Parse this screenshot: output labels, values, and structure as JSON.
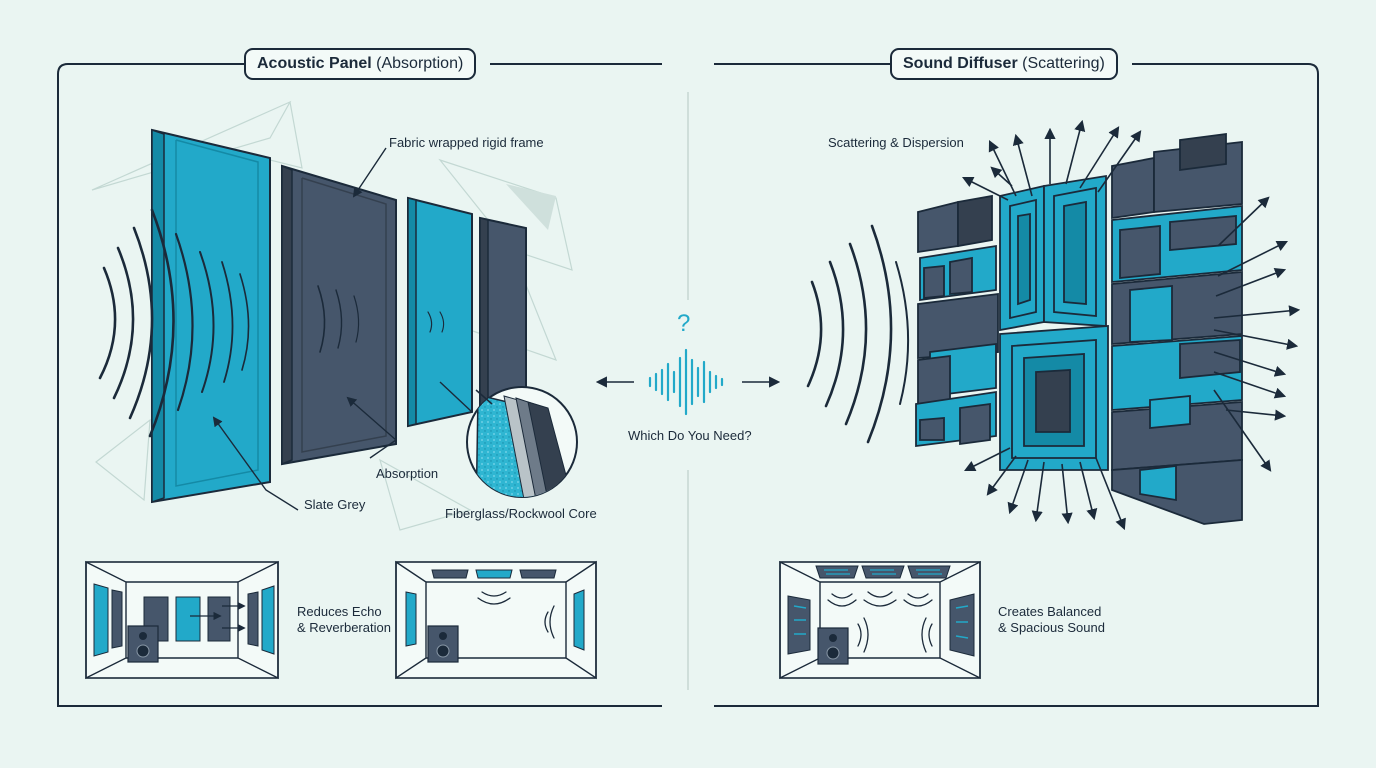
{
  "left": {
    "title_main": "Acoustic Panel",
    "title_sub": "(Absorption)",
    "labels": {
      "fabric": "Fabric wrapped rigid frame",
      "absorption": "Absorption",
      "slate": "Slate Grey",
      "core": "Fiberglass/Rockwool Core"
    },
    "caption": [
      "Reduces Echo",
      "& Reverberation"
    ]
  },
  "center": {
    "question_mark": "?",
    "label": "Which Do You Need?"
  },
  "right": {
    "title_main": "Sound Diffuser",
    "title_sub": "(Scattering)",
    "labels": {
      "scatter": "Scattering & Dispersion"
    },
    "caption": [
      "Creates Balanced",
      "& Spacious Sound"
    ]
  },
  "colors": {
    "teal": "#22a9c9",
    "teal_dark": "#148aa6",
    "slate": "#46566b",
    "slate_dark": "#34404f",
    "ink": "#1b2a3a",
    "background": "#eaf5f2"
  }
}
